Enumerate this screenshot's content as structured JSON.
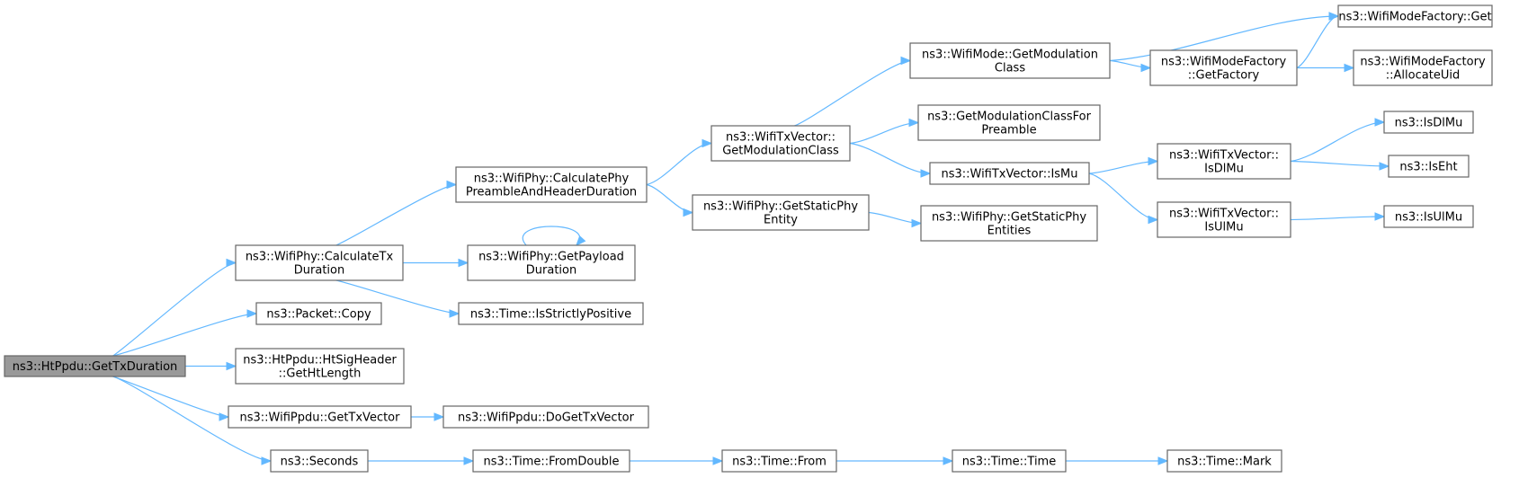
{
  "colors": {
    "edge": "#63b8ff",
    "node_border": "#666666",
    "root_fill": "#999999",
    "node_fill": "#ffffff"
  },
  "nodes": {
    "root": [
      "ns3::HtPpdu::GetTxDuration"
    ],
    "calculate_tx_duration": [
      "ns3::WifiPhy::CalculateTx",
      "Duration"
    ],
    "packet_copy": [
      "ns3::Packet::Copy"
    ],
    "get_ht_length": [
      "ns3::HtPpdu::HtSigHeader",
      "::GetHtLength"
    ],
    "wifippdu_get_tx_vector": [
      "ns3::WifiPpdu::GetTxVector"
    ],
    "seconds": [
      "ns3::Seconds"
    ],
    "preamble_header_duration": [
      "ns3::WifiPhy::CalculatePhy",
      "PreambleAndHeaderDuration"
    ],
    "get_payload_duration": [
      "ns3::WifiPhy::GetPayload",
      "Duration"
    ],
    "is_strictly_positive": [
      "ns3::Time::IsStrictlyPositive"
    ],
    "do_get_tx_vector": [
      "ns3::WifiPpdu::DoGetTxVector"
    ],
    "from_double": [
      "ns3::Time::FromDouble"
    ],
    "time_from": [
      "ns3::Time::From"
    ],
    "time_time": [
      "ns3::Time::Time"
    ],
    "time_mark": [
      "ns3::Time::Mark"
    ],
    "txvector_get_modulation_class": [
      "ns3::WifiTxVector::",
      "GetModulationClass"
    ],
    "get_static_phy_entity": [
      "ns3::WifiPhy::GetStaticPhy",
      "Entity"
    ],
    "wifimode_get_modulation_class": [
      "ns3::WifiMode::GetModulation",
      "Class"
    ],
    "get_modulation_class_for_preamble": [
      "ns3::GetModulationClassFor",
      "Preamble"
    ],
    "txvector_is_mu": [
      "ns3::WifiTxVector::IsMu"
    ],
    "get_static_phy_entities": [
      "ns3::WifiPhy::GetStaticPhy",
      "Entities"
    ],
    "mode_factory_get_factory": [
      "ns3::WifiModeFactory",
      "::GetFactory"
    ],
    "txvector_is_dl_mu": [
      "ns3::WifiTxVector::",
      "IsDlMu"
    ],
    "txvector_is_ul_mu": [
      "ns3::WifiTxVector::",
      "IsUlMu"
    ],
    "mode_factory_get": [
      "ns3::WifiModeFactory::Get"
    ],
    "mode_factory_allocate_uid": [
      "ns3::WifiModeFactory",
      "::AllocateUid"
    ],
    "is_dl_mu": [
      "ns3::IsDlMu"
    ],
    "is_eht": [
      "ns3::IsEht"
    ],
    "is_ul_mu": [
      "ns3::IsUlMu"
    ]
  },
  "edges": [
    [
      "root",
      "calculate_tx_duration"
    ],
    [
      "root",
      "packet_copy"
    ],
    [
      "root",
      "get_ht_length"
    ],
    [
      "root",
      "wifippdu_get_tx_vector"
    ],
    [
      "root",
      "seconds"
    ],
    [
      "calculate_tx_duration",
      "preamble_header_duration"
    ],
    [
      "calculate_tx_duration",
      "get_payload_duration"
    ],
    [
      "calculate_tx_duration",
      "is_strictly_positive"
    ],
    [
      "get_payload_duration",
      "get_payload_duration"
    ],
    [
      "preamble_header_duration",
      "txvector_get_modulation_class"
    ],
    [
      "preamble_header_duration",
      "get_static_phy_entity"
    ],
    [
      "wifippdu_get_tx_vector",
      "do_get_tx_vector"
    ],
    [
      "seconds",
      "from_double"
    ],
    [
      "from_double",
      "time_from"
    ],
    [
      "time_from",
      "time_time"
    ],
    [
      "time_time",
      "time_mark"
    ],
    [
      "txvector_get_modulation_class",
      "wifimode_get_modulation_class"
    ],
    [
      "txvector_get_modulation_class",
      "get_modulation_class_for_preamble"
    ],
    [
      "txvector_get_modulation_class",
      "txvector_is_mu"
    ],
    [
      "get_static_phy_entity",
      "get_static_phy_entities"
    ],
    [
      "wifimode_get_modulation_class",
      "mode_factory_get"
    ],
    [
      "wifimode_get_modulation_class",
      "mode_factory_get_factory"
    ],
    [
      "mode_factory_get_factory",
      "mode_factory_get"
    ],
    [
      "mode_factory_get_factory",
      "mode_factory_allocate_uid"
    ],
    [
      "txvector_is_mu",
      "txvector_is_dl_mu"
    ],
    [
      "txvector_is_mu",
      "txvector_is_ul_mu"
    ],
    [
      "txvector_is_dl_mu",
      "is_dl_mu"
    ],
    [
      "txvector_is_dl_mu",
      "is_eht"
    ],
    [
      "txvector_is_ul_mu",
      "is_ul_mu"
    ]
  ]
}
